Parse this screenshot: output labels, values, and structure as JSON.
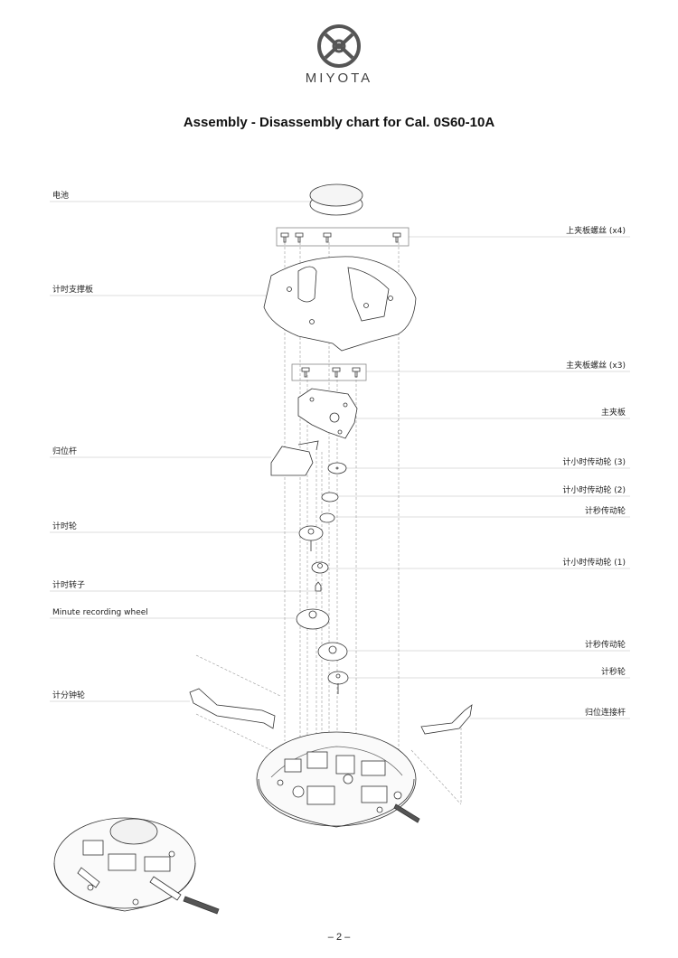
{
  "header": {
    "brand": "MIYOTA",
    "logo": "miyota-logo-icon",
    "title": "Assembly - Disassembly chart for Cal. 0S60-10A"
  },
  "labels_left": [
    {
      "id": "battery",
      "text": "电池"
    },
    {
      "id": "chrono-support-plate",
      "text": "计时支撑板"
    },
    {
      "id": "reset-lever",
      "text": "归位杆"
    },
    {
      "id": "chrono-wheel",
      "text": "计时轮"
    },
    {
      "id": "chrono-rotor",
      "text": "计时转子"
    },
    {
      "id": "minute-recording-wheel",
      "text": "Minute recording wheel"
    },
    {
      "id": "minute-counter-wheel",
      "text": "计分钟轮"
    }
  ],
  "labels_right": [
    {
      "id": "upper-plate-screw",
      "text": "上夹板螺丝 (x4)"
    },
    {
      "id": "main-plate-screw",
      "text": "主夹板螺丝 (x3)"
    },
    {
      "id": "main-plate",
      "text": "主夹板"
    },
    {
      "id": "hour-transmission-wheel-3",
      "text": "计小时传动轮 (3)"
    },
    {
      "id": "hour-transmission-wheel-2",
      "text": "计小时传动轮 (2)"
    },
    {
      "id": "second-transmission-wheel-a",
      "text": "计秒传动轮"
    },
    {
      "id": "hour-transmission-wheel-1",
      "text": "计小时传动轮 (1)"
    },
    {
      "id": "second-transmission-wheel-b",
      "text": "计秒传动轮"
    },
    {
      "id": "second-wheel",
      "text": "计秒轮"
    },
    {
      "id": "reset-connecting-lever",
      "text": "归位连接杆"
    }
  ],
  "page_number": "– 2 –"
}
